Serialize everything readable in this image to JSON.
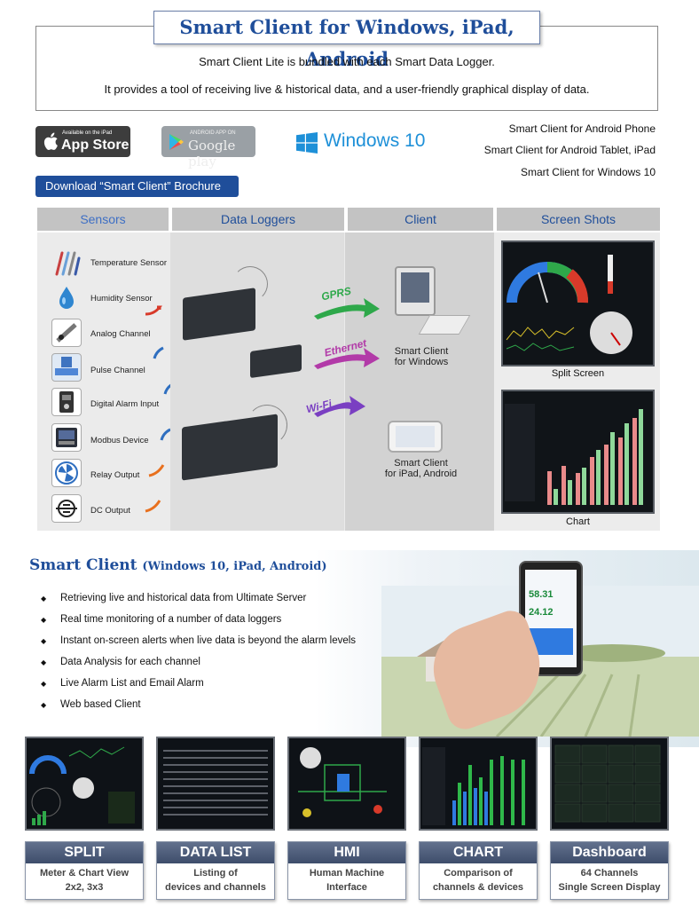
{
  "header": {
    "title": "Smart Client for Windows, iPad, Android",
    "line1": "Smart Client Lite is bundled with each Smart Data Logger.",
    "line2": "It provides a tool of receiving live & historical data, and a user-friendly graphical display of data."
  },
  "stores": {
    "appstore_small": "Available on the iPad",
    "appstore_big": "App Store",
    "gplay_small": "ANDROID APP ON",
    "gplay_big": "Google play",
    "windows": "Windows 10"
  },
  "platforms": [
    "Smart Client for Android Phone",
    "Smart Client for Android Tablet, iPad",
    "Smart Client for Windows 10"
  ],
  "brochure_button": "Download “Smart Client” Brochure",
  "diagram": {
    "columns": [
      "Sensors",
      "Data Loggers",
      "Client",
      "Screen Shots"
    ],
    "sensors": [
      "Temperature Sensor",
      "Humidity Sensor",
      "Analog Channel",
      "Pulse Channel",
      "Digital Alarm Input",
      "Modbus Device",
      "Relay Output",
      "DC Output"
    ],
    "networks": [
      "GPRS",
      "Ethernet",
      "Wi-Fi"
    ],
    "clients": [
      "Smart Client\nfor Windows",
      "Smart Client\nfor iPad, Android"
    ],
    "shot_captions": [
      "Split Screen",
      "Chart"
    ],
    "mini_values": [
      "58.31",
      "24.12"
    ]
  },
  "features": {
    "title": "Smart Client",
    "subtitle": "(Windows 10, iPad, Android)",
    "bullets": [
      "Retrieving live and historical data from Ultimate Server",
      "Real time monitoring of a number of data loggers",
      "Instant on-screen alerts when live data is beyond the alarm levels",
      "Data Analysis for each channel",
      "Live Alarm List and Email Alarm",
      "Web based Client"
    ]
  },
  "cards": [
    {
      "title": "SPLIT",
      "desc1": "Meter & Chart View",
      "desc2": "2x2, 3x3"
    },
    {
      "title": "DATA LIST",
      "desc1": "Listing of",
      "desc2": "devices and channels"
    },
    {
      "title": "HMI",
      "desc1": "Human Machine",
      "desc2": "Interface"
    },
    {
      "title": "CHART",
      "desc1": "Comparison of",
      "desc2": "channels & devices"
    },
    {
      "title": "Dashboard",
      "desc1": "64 Channels",
      "desc2": "Single Screen Display"
    }
  ],
  "colors": {
    "brand_blue": "#1f4e9a",
    "card_head": "#4a5a78",
    "gprs": "#2ea84a",
    "ethernet": "#b23aa8",
    "wifi": "#7a3fc2"
  }
}
